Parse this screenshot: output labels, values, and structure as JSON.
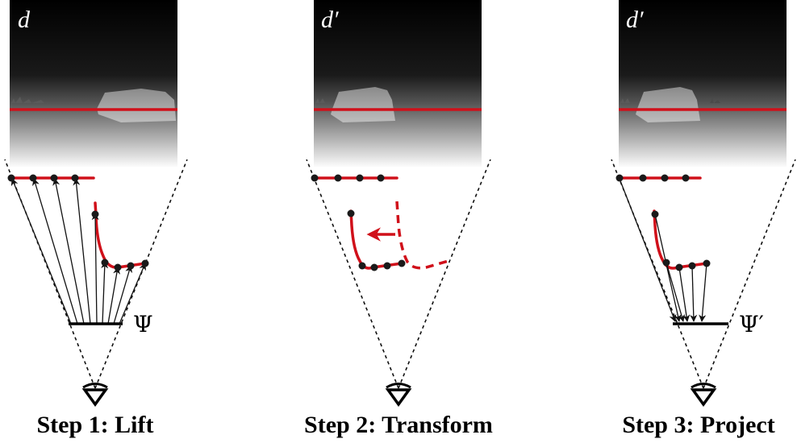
{
  "panels": [
    {
      "depth_label": "d",
      "caption": "Step 1: Lift",
      "camera_label": "Ψ",
      "arrow_direction": "toward-points"
    },
    {
      "depth_label": "d′",
      "caption": "Step 2: Transform",
      "camera_label": "",
      "arrow_direction": "transform-left"
    },
    {
      "depth_label": "d′",
      "caption": "Step 3: Project",
      "camera_label": "Ψ′",
      "arrow_direction": "toward-plane"
    }
  ],
  "colors": {
    "scanline": "#d0101a",
    "points": "#1a1a1a",
    "rays": "#111111"
  },
  "icons": [
    "eye-icon",
    "arrow-icon"
  ]
}
